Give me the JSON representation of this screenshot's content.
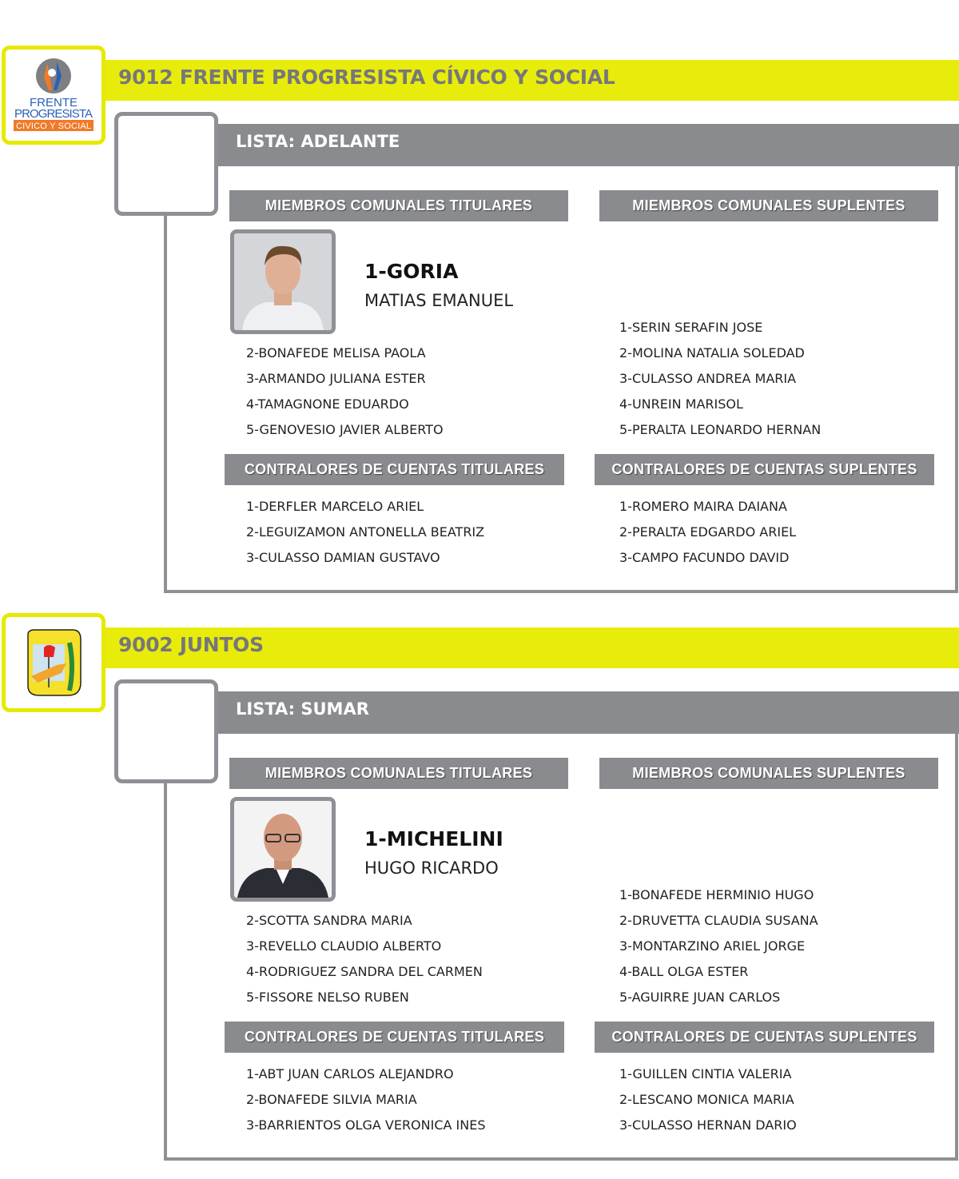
{
  "parties": [
    {
      "title": "9012 FRENTE PROGRESISTA CÍVICO Y SOCIAL",
      "logo_text": [
        "FRENTE",
        "PROGRESISTA",
        "CIVICO Y SOCIAL"
      ],
      "lista": "LISTA: ADELANTE",
      "headers": {
        "mct": "MIEMBROS COMUNALES TITULARES",
        "mcs": "MIEMBROS COMUNALES SUPLENTES",
        "cct": "CONTRALORES DE CUENTAS TITULARES",
        "ccs": "CONTRALORES DE CUENTAS SUPLENTES"
      },
      "lead": {
        "surname": "1-GORIA",
        "given": "MATIAS EMANUEL"
      },
      "titulares": [
        "2-BONAFEDE MELISA PAOLA",
        "3-ARMANDO JULIANA ESTER",
        "4-TAMAGNONE EDUARDO",
        "5-GENOVESIO JAVIER ALBERTO"
      ],
      "suplentes": [
        "1-SERIN SERAFIN JOSE",
        "2-MOLINA NATALIA SOLEDAD",
        "3-CULASSO ANDREA MARIA",
        "4-UNREIN MARISOL",
        "5-PERALTA LEONARDO HERNAN"
      ],
      "contralores_titulares": [
        "1-DERFLER MARCELO ARIEL",
        "2-LEGUIZAMON ANTONELLA BEATRIZ",
        "3-CULASSO DAMIAN GUSTAVO"
      ],
      "contralores_suplentes": [
        "1-ROMERO MAIRA DAIANA",
        "2-PERALTA EDGARDO ARIEL",
        "3-CAMPO FACUNDO DAVID"
      ]
    },
    {
      "title": "9002 JUNTOS",
      "lista": "LISTA: SUMAR",
      "headers": {
        "mct": "MIEMBROS COMUNALES TITULARES",
        "mcs": "MIEMBROS COMUNALES SUPLENTES",
        "cct": "CONTRALORES DE CUENTAS TITULARES",
        "ccs": "CONTRALORES DE CUENTAS SUPLENTES"
      },
      "lead": {
        "surname": "1-MICHELINI",
        "given": "HUGO RICARDO"
      },
      "titulares": [
        "2-SCOTTA SANDRA MARIA",
        "3-REVELLO CLAUDIO ALBERTO",
        "4-RODRIGUEZ SANDRA DEL CARMEN",
        "5-FISSORE NELSO RUBEN"
      ],
      "suplentes": [
        "1-BONAFEDE HERMINIO HUGO",
        "2-DRUVETTA CLAUDIA SUSANA",
        "3-MONTARZINO ARIEL JORGE",
        "4-BALL OLGA ESTER",
        "5-AGUIRRE JUAN CARLOS"
      ],
      "contralores_titulares": [
        "1-ABT JUAN CARLOS ALEJANDRO",
        "2-BONAFEDE SILVIA MARIA",
        "3-BARRIENTOS OLGA VERONICA INES"
      ],
      "contralores_suplentes": [
        "1-GUILLEN CINTIA VALERIA",
        "2-LESCANO MONICA MARIA",
        "3-CULASSO HERNAN DARIO"
      ]
    }
  ]
}
